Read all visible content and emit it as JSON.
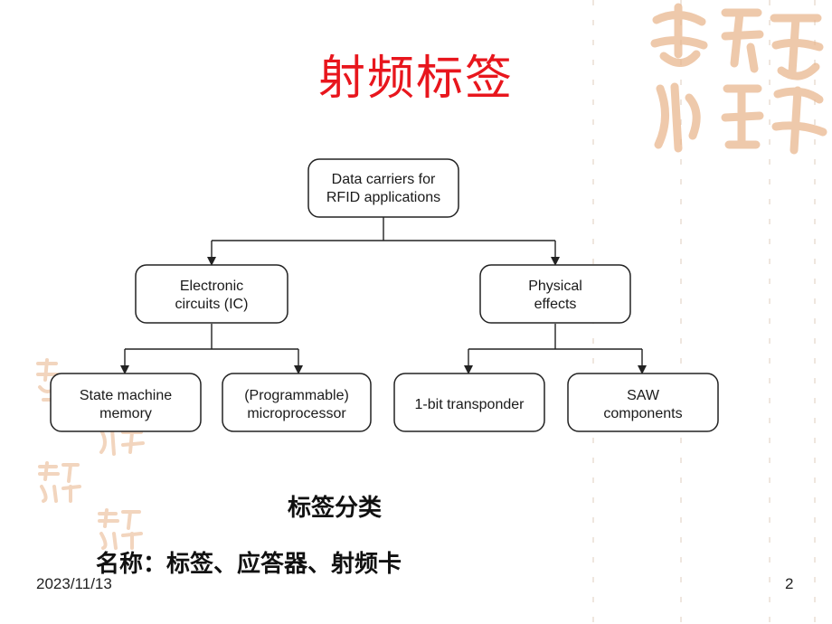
{
  "slide": {
    "title": "射频标签",
    "caption": "标签分类",
    "names_line": "名称：标签、应答器、射频卡",
    "date": "2023/11/13",
    "page_number": "2",
    "title_color": "#e8161d"
  },
  "diagram": {
    "root": {
      "line1": "Data carriers for",
      "line2": "RFID applications"
    },
    "left": {
      "line1": "Electronic",
      "line2": "circuits (IC)"
    },
    "right": {
      "line1": "Physical",
      "line2": "effects"
    },
    "leaf1": {
      "line1": "State machine",
      "line2": "memory"
    },
    "leaf2": {
      "line1": "(Programmable)",
      "line2": "microprocessor"
    },
    "leaf3": {
      "line1": "1-bit transponder"
    },
    "leaf4": {
      "line1": "SAW",
      "line2": "components"
    }
  },
  "decorations": {
    "seal_icon": "auspicious-seal-watermark",
    "seal_color": "#e7b48d"
  }
}
